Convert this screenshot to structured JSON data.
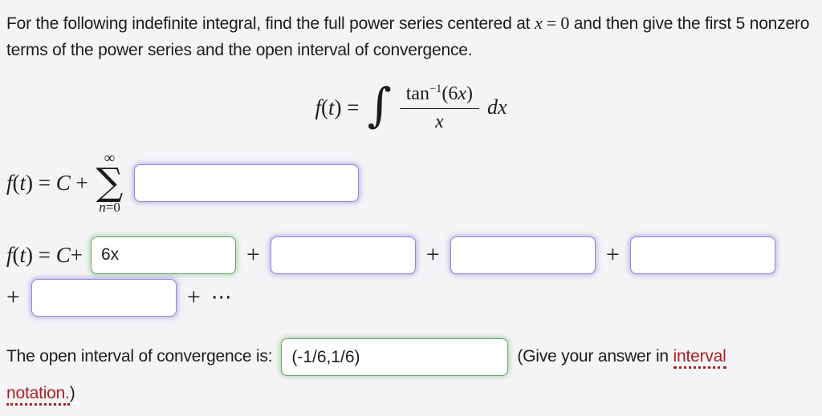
{
  "colors": {
    "background": "#f4f4f6",
    "text": "#1c1c1e",
    "correct_border": "#68a768",
    "pending_border": "#8f8ada",
    "warning_red": "#ab2023"
  },
  "statement": {
    "part1": "For the following indefinite integral, find the full power series centered at ",
    "center_math": [
      {
        "t": "x",
        "i": true
      },
      {
        "t": " = 0"
      }
    ],
    "part2": " and then give the first 5 nonzero terms of the power series and the open interval of convergence."
  },
  "integral": {
    "lead": [
      {
        "t": "f",
        "i": true
      },
      {
        "t": "("
      },
      {
        "t": "t",
        "i": true
      },
      {
        "t": ") = "
      }
    ],
    "integral_sign": "∫",
    "numerator": [
      {
        "t": "tan"
      },
      {
        "t": "−1",
        "sup": true
      },
      {
        "t": "(6"
      },
      {
        "t": "x",
        "i": true
      },
      {
        "t": ")"
      }
    ],
    "denominator": [
      {
        "t": "x",
        "i": true
      }
    ],
    "differential": [
      {
        "t": "dx",
        "i": true
      }
    ]
  },
  "series_row": {
    "prefix": [
      {
        "t": "f",
        "i": true
      },
      {
        "t": "("
      },
      {
        "t": "t",
        "i": true
      },
      {
        "t": ") = "
      },
      {
        "t": "C",
        "i": true
      },
      {
        "t": " + "
      }
    ],
    "sum_upper": "∞",
    "sum_sign": "∑",
    "sum_lower": [
      {
        "t": "n",
        "i": true
      },
      {
        "t": "=0"
      }
    ],
    "general_term_value": ""
  },
  "terms_row": {
    "prefix": [
      {
        "t": "f",
        "i": true
      },
      {
        "t": "("
      },
      {
        "t": "t",
        "i": true
      },
      {
        "t": ") = "
      },
      {
        "t": "C",
        "i": true
      },
      {
        "t": "+"
      }
    ],
    "plus": "+",
    "ellipsis": "⋯",
    "terms": [
      {
        "value": "6x",
        "state": "correct"
      },
      {
        "value": "",
        "state": "empty"
      },
      {
        "value": "",
        "state": "empty"
      },
      {
        "value": "",
        "state": "empty"
      },
      {
        "value": "",
        "state": "empty"
      }
    ]
  },
  "interval_row": {
    "label": "The open interval of convergence is:",
    "input_value": "(-1/6,1/6)",
    "input_state": "correct",
    "suffix_part1": "(Give your answer in ",
    "red_word1": "interval",
    "red_word2": "notation.",
    "suffix_part2": ")"
  }
}
